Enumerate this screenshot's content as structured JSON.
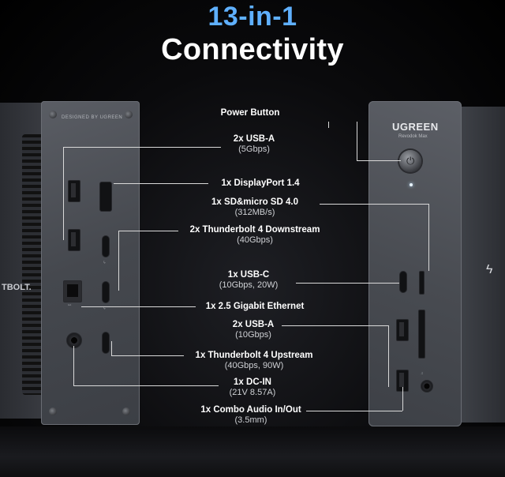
{
  "header": {
    "title_accent": "13-in-1",
    "title_main": "Connectivity"
  },
  "device": {
    "brand": "UGREEN",
    "model": "Revodok Max",
    "designed_by": "DESIGNED BY UGREEN",
    "thunderbolt_text": "TBOLT."
  },
  "callouts": {
    "power": {
      "title": "Power Button",
      "spec": ""
    },
    "usba5": {
      "title": "2x USB-A",
      "spec": "(5Gbps)"
    },
    "dp": {
      "title": "1x DisplayPort 1.4",
      "spec": ""
    },
    "sd": {
      "title": "1x SD&micro SD 4.0",
      "spec": "(312MB/s)"
    },
    "tb4down": {
      "title": "2x Thunderbolt 4 Downstream",
      "spec": "(40Gbps)"
    },
    "usbc": {
      "title": "1x USB-C",
      "spec": "(10Gbps, 20W)"
    },
    "ethernet": {
      "title": "1x 2.5 Gigabit Ethernet",
      "spec": ""
    },
    "usba10": {
      "title": "2x USB-A",
      "spec": "(10Gbps)"
    },
    "tb4up": {
      "title": "1x Thunderbolt 4 Upstream",
      "spec": "(40Gbps, 90W)"
    },
    "dcin": {
      "title": "1x DC-IN",
      "spec": "(21V 8.57A)"
    },
    "audio": {
      "title": "1x Combo Audio In/Out",
      "spec": "(3.5mm)"
    }
  },
  "colors": {
    "accent": "#5fb0ff",
    "background": "#050505",
    "device": "#4a4d53"
  },
  "icons": [
    "power-icon",
    "thunderbolt-icon",
    "ethernet-icon",
    "usb-icon",
    "headphone-icon"
  ]
}
